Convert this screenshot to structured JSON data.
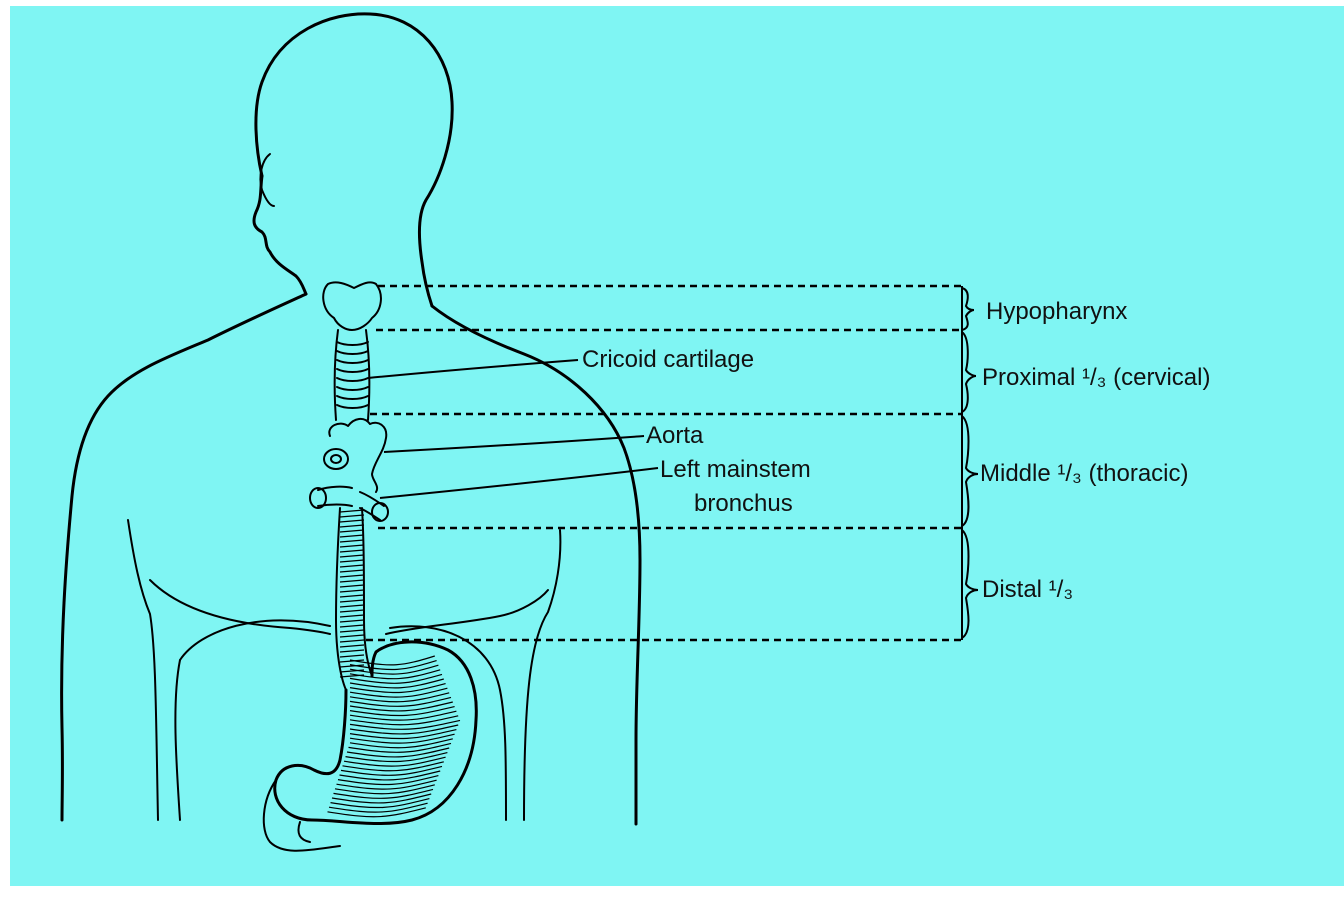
{
  "labels": {
    "hypopharynx": "Hypopharynx",
    "proximal": "Proximal ¹/₃ (cervical)",
    "middle": "Middle ¹/₃ (thoracic)",
    "distal": "Distal ¹/₃",
    "cricoid": "Cricoid cartilage",
    "aorta": "Aorta",
    "bronchus_line1": "Left mainstem",
    "bronchus_line2": "bronchus"
  },
  "colors": {
    "background": "#7ff5f3",
    "ink": "#000000"
  }
}
